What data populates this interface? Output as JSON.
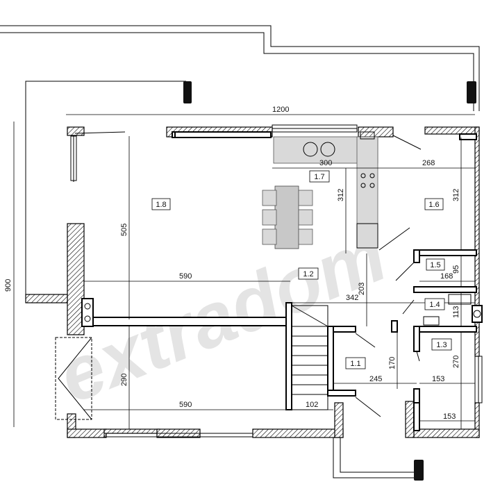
{
  "rooms": [
    {
      "id": "room-1-1",
      "label": "1.1"
    },
    {
      "id": "room-1-2",
      "label": "1.2"
    },
    {
      "id": "room-1-3",
      "label": "1.3"
    },
    {
      "id": "room-1-4",
      "label": "1.4"
    },
    {
      "id": "room-1-5",
      "label": "1.5"
    },
    {
      "id": "room-1-6",
      "label": "1.6"
    },
    {
      "id": "room-1-7",
      "label": "1.7"
    },
    {
      "id": "room-1-8",
      "label": "1.8"
    }
  ],
  "dimensions": {
    "total_width": "1200",
    "total_depth": "900",
    "kitchen_width": "300",
    "kitchen_depth": "312",
    "room_1_6_width": "268",
    "room_1_6_depth": "312",
    "living_depth": "505",
    "living_width": "590",
    "hall_span": "342",
    "hall_depth": "203",
    "room_1_5_width": "168",
    "room_1_5_depth": "95",
    "room_1_4_depth": "113",
    "garage_depth": "290",
    "garage_width": "590",
    "stair_width": "102",
    "entry_width": "245",
    "entry_depth": "170",
    "room_1_3_depth": "270",
    "room_1_3_width_top": "153",
    "room_1_3_width_bottom": "153"
  },
  "watermark": "extradom"
}
